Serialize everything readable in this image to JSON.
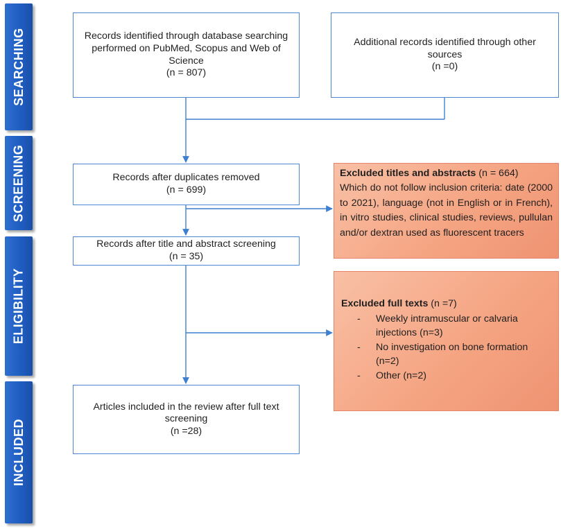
{
  "phases": {
    "searching": "SEARCHING",
    "screening": "SCREENING",
    "eligibility": "ELIGIBILITY",
    "included": "INCLUDED"
  },
  "boxes": {
    "identified": {
      "text": "Records identified through database searching performed on PubMed, Scopus and Web of Science",
      "count": "(n = 807)"
    },
    "additional": {
      "text": "Additional records identified through other sources",
      "count": "(n =0)"
    },
    "deduplicated": {
      "text": "Records after duplicates removed",
      "count": "(n = 699)"
    },
    "screened": {
      "text": "Records after title and abstract screening",
      "count": "(n = 35)"
    },
    "included": {
      "text": "Articles included in the review after full text screening",
      "count": "(n =28)"
    }
  },
  "exclusions": {
    "titles_abstracts": {
      "heading": "Excluded titles and abstracts",
      "count": " (n = 664)",
      "body": "Which do not follow inclusion criteria: date (2000 to 2021), language (not in English or in French), in vitro studies, clinical studies, reviews, pullulan and/or dextran used as fluorescent tracers"
    },
    "full_texts": {
      "heading": "Excluded full texts",
      "count": " (n =7)",
      "items": [
        "Weekly intramuscular or calvaria injections (n=3)",
        "No investigation on bone formation (n=2)",
        "Other (n=2)"
      ]
    }
  },
  "colors": {
    "phase_blue": "#1f5cc0",
    "box_border": "#4a86d4",
    "exclusion_fill": "#f5a583",
    "arrow": "#3f7fd0"
  }
}
